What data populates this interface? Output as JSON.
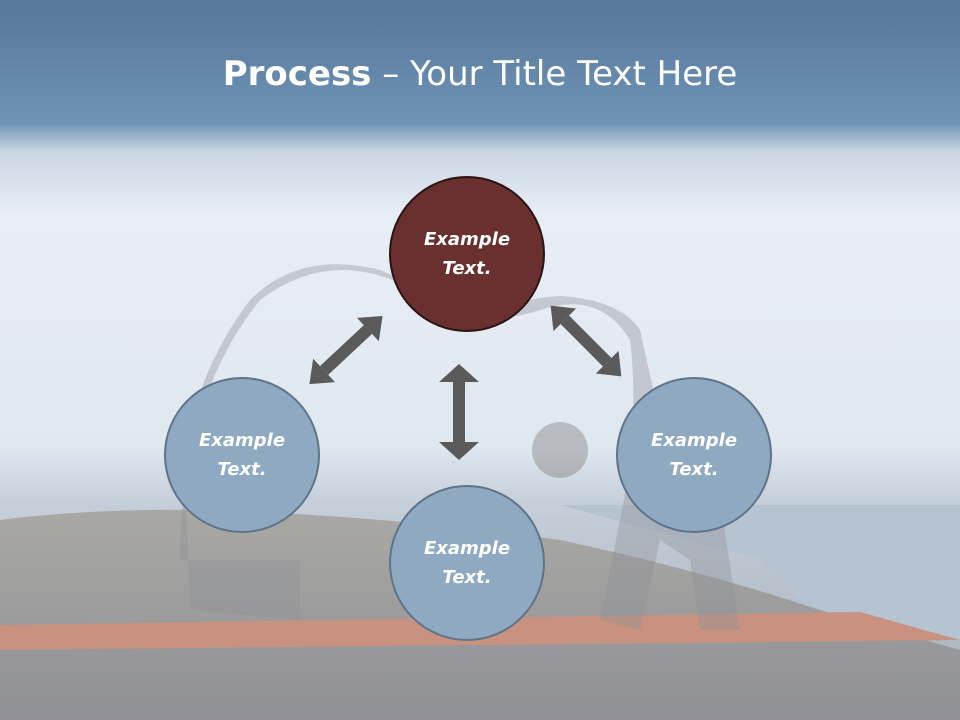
{
  "slide": {
    "title_bold": "Process",
    "title_rest": " – Your Title Text Here"
  },
  "nodes": {
    "top": {
      "line1": "Example",
      "line2": "Text."
    },
    "left": {
      "line1": "Example",
      "line2": "Text."
    },
    "right": {
      "line1": "Example",
      "line2": "Text."
    },
    "bottom": {
      "line1": "Example",
      "line2": "Text."
    }
  },
  "colors": {
    "accent_node": "#6a3030",
    "node_fill": "#8fa9c2",
    "arrow": "#5a5a5a",
    "header_band": "#5f86a8"
  }
}
